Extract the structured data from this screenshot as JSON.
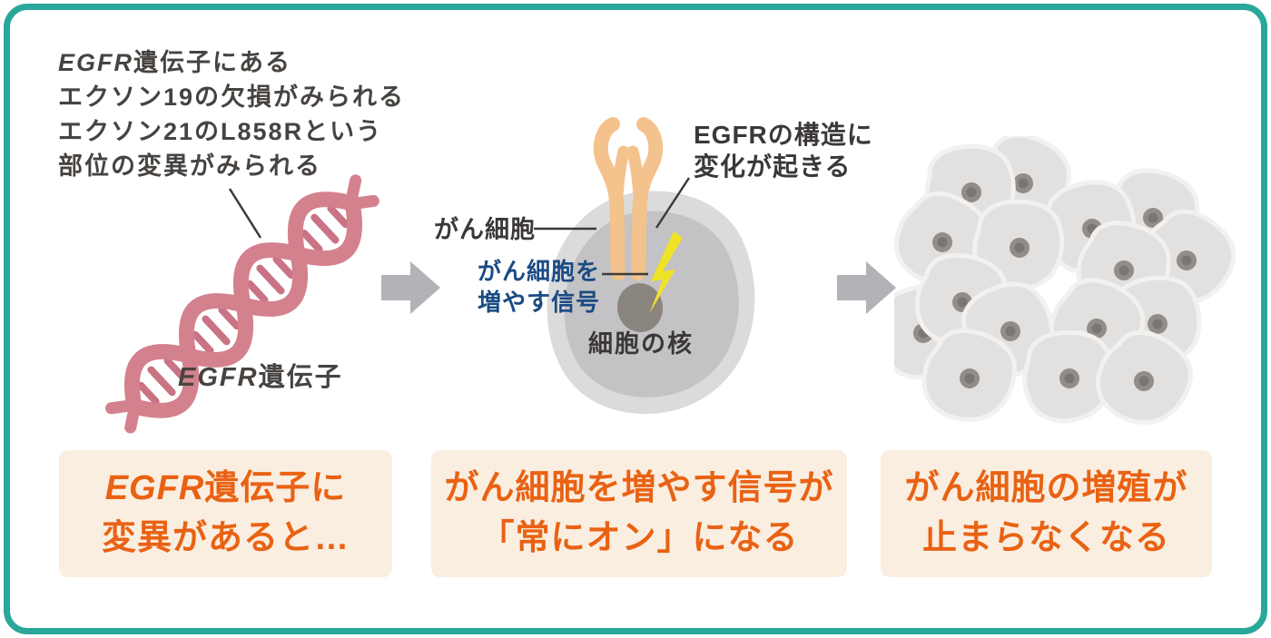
{
  "colors": {
    "border_teal": "#2aa79b",
    "accent_orange": "#e96213",
    "box_background": "#faeee1",
    "signal_blue": "#1a4b84",
    "text_dark": "#3e3a39",
    "dna_pink": "#d4818e",
    "receptor_tan": "#f4c28c",
    "bolt_yellow": "#f0e326",
    "arrow_gray": "#b3b3b7",
    "cell_gray": "#e2e1df"
  },
  "left": {
    "annotation_em": "EGFR",
    "annotation_l1": "遺伝子にある",
    "annotation_l2": "エクソン19の欠損がみられる",
    "annotation_l3": "エクソン21のL858Rという",
    "annotation_l4": "部位の変異がみられる",
    "dna_label_em": "EGFR",
    "dna_label": "遺伝子"
  },
  "middle": {
    "cancer_cell_label": "がん細胞",
    "signal_label_l1": "がん細胞を",
    "signal_label_l2": "増やす信号",
    "egfr_note_l1": "EGFRの構造に",
    "egfr_note_l2": "変化が起きる",
    "nucleus_label": "細胞の核"
  },
  "boxes": [
    {
      "line1_em": "EGFR",
      "line1": "遺伝子に",
      "line2": "変異があると…"
    },
    {
      "line1": "がん細胞を増やす信号が",
      "line2": "「常にオン」になる"
    },
    {
      "line1": "がん細胞の増殖が",
      "line2": "止まらなくなる"
    }
  ]
}
